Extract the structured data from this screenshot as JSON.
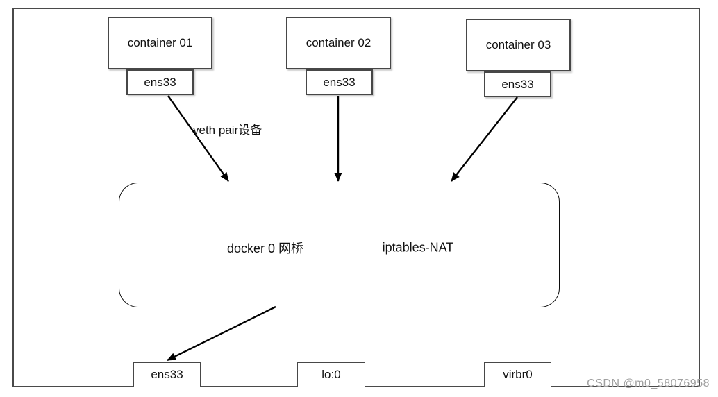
{
  "diagram": {
    "containers": [
      {
        "label": "container 01",
        "iface": "ens33"
      },
      {
        "label": "container 02",
        "iface": "ens33"
      },
      {
        "label": "container 03",
        "iface": "ens33"
      }
    ],
    "veth_label": "veth pair设备",
    "bridge": {
      "label": "docker 0 网桥",
      "nat_label": "iptables-NAT"
    },
    "host_ifaces": [
      {
        "label": "ens33"
      },
      {
        "label": "lo:0"
      },
      {
        "label": "virbr0"
      }
    ],
    "watermark": "CSDN @m0_58076958",
    "colors": {
      "stroke": "#000000",
      "frame_border": "#4a4a4a",
      "watermark": "#a0a0a0",
      "background": "#ffffff"
    }
  }
}
